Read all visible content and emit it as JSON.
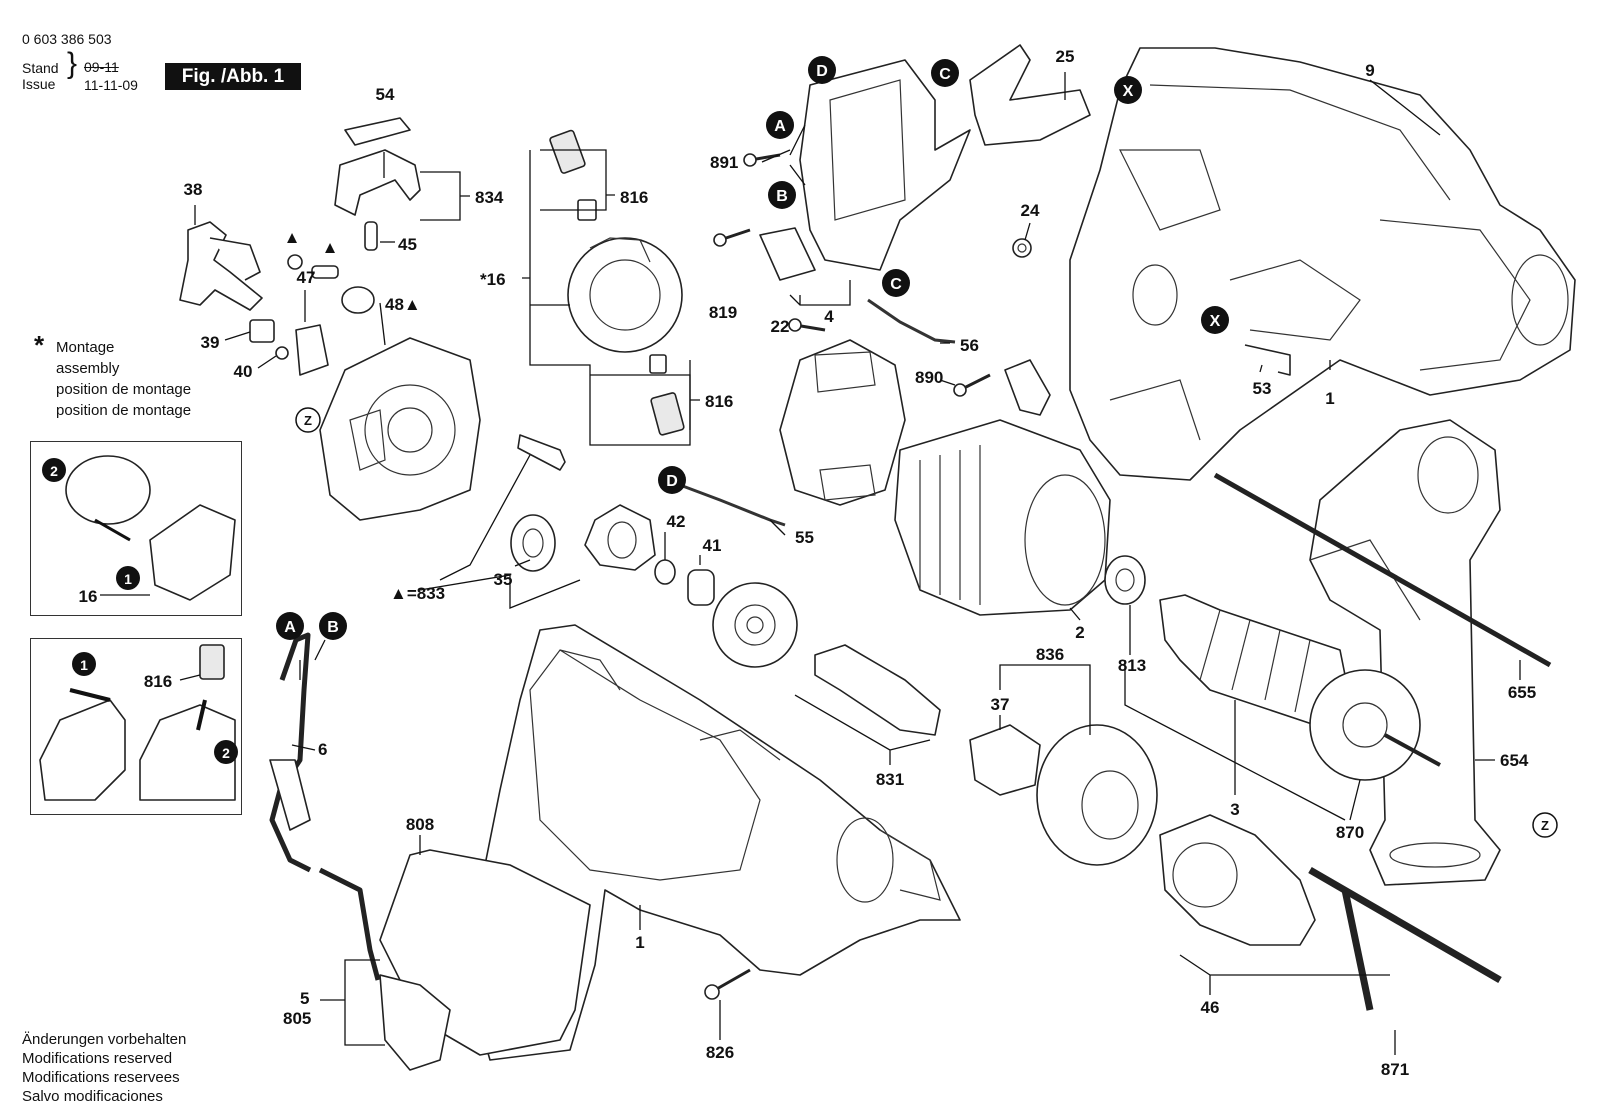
{
  "header": {
    "part_number": "0 603 386 503",
    "stand_label": "Stand",
    "issue_label": "Issue",
    "old_date": "09-11",
    "new_date": "11-11-09",
    "figure_label": "Fig. /Abb. 1"
  },
  "montage_note": {
    "star": "*",
    "lines": [
      "Montage",
      "assembly",
      "position de montage",
      "position de montage"
    ]
  },
  "notes": [
    "Änderungen vorbehalten",
    "Modifications reserved",
    "Modifications reservees",
    "Salvo modificaciones"
  ],
  "callouts": [
    "A",
    "B",
    "C",
    "D",
    "X",
    "Z",
    "1",
    "2"
  ],
  "part_labels": [
    "1",
    "2",
    "3",
    "4",
    "5",
    "6",
    "9",
    "16",
    "22",
    "24",
    "25",
    "35",
    "37",
    "38",
    "39",
    "40",
    "41",
    "42",
    "45",
    "46",
    "47",
    "48",
    "53",
    "54",
    "55",
    "56",
    "654",
    "655",
    "805",
    "808",
    "813",
    "816",
    "819",
    "826",
    "831",
    "833",
    "834",
    "836",
    "870",
    "871",
    "890",
    "891"
  ],
  "labels": {
    "p54": "54",
    "p834": "834",
    "p45": "45",
    "p38": "38",
    "p47": "47",
    "p48": "48▲",
    "p39": "39",
    "p40": "40",
    "tri1": "▲",
    "tri2": "▲",
    "p816a": "816",
    "p16": "*16",
    "p816b": "816",
    "p891": "891",
    "p819": "819",
    "p4": "4",
    "p22": "22",
    "p56": "56",
    "p890": "890",
    "p25": "25",
    "p24": "24",
    "p9": "9",
    "p53": "53",
    "p1a": "1",
    "p55": "55",
    "p42": "42",
    "p41": "41",
    "p35": "35",
    "p833": "▲=833",
    "p2": "2",
    "p813": "813",
    "p836": "836",
    "p37": "37",
    "p831": "831",
    "p3": "3",
    "p870": "870",
    "p655": "655",
    "p654": "654",
    "p6": "6",
    "p808": "808",
    "p1b": "1",
    "p5": "5",
    "p805": "805",
    "p826": "826",
    "p46": "46",
    "p871": "871",
    "p16i": "16",
    "p816i": "816"
  },
  "circles": {
    "D": "D",
    "C": "C",
    "A": "A",
    "B": "B",
    "C2": "C",
    "D2": "D",
    "X1": "X",
    "X2": "X",
    "Z1": "Z",
    "Z2": "Z",
    "A2": "A",
    "B2": "B",
    "one1": "1",
    "two1": "2",
    "one2": "1",
    "two2": "2"
  }
}
